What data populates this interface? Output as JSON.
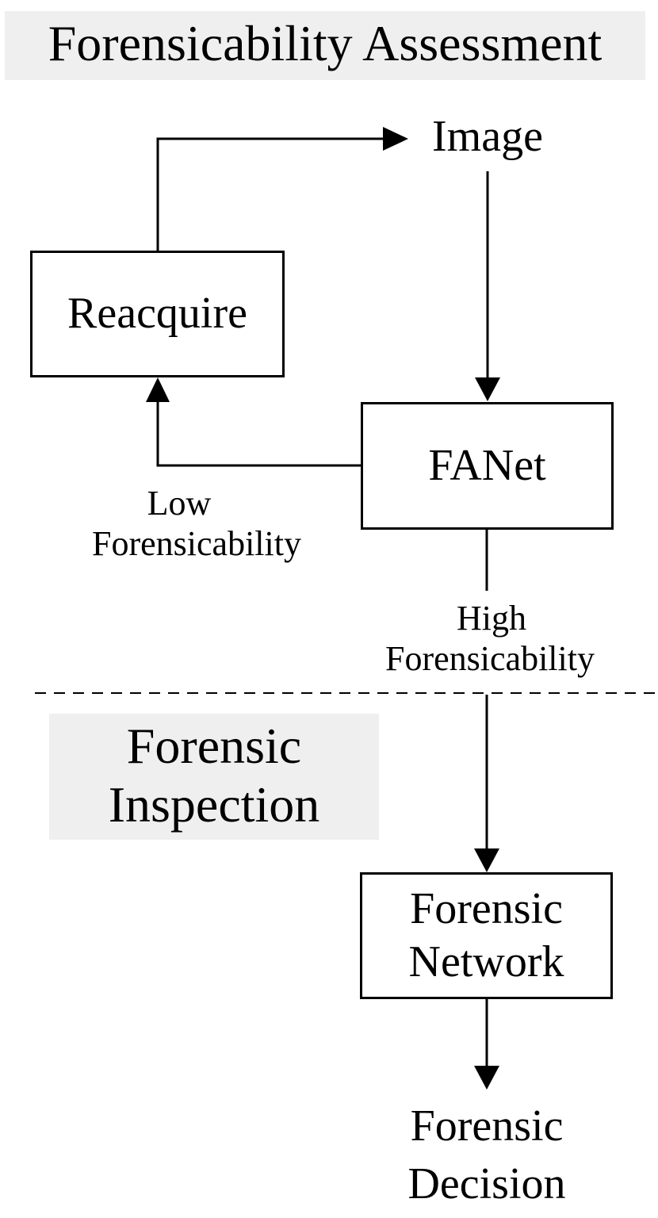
{
  "sections": {
    "assessment_title": "Forensicability Assessment",
    "inspection_title_line1": "Forensic",
    "inspection_title_line2": "Inspection"
  },
  "nodes": {
    "image": "Image",
    "reacquire": "Reacquire",
    "fanet": "FANet",
    "forensic_network_line1": "Forensic",
    "forensic_network_line2": "Network",
    "forensic_decision_line1": "Forensic",
    "forensic_decision_line2": "Decision"
  },
  "edges": {
    "low_line1": "Low",
    "low_line2": "Forensicability",
    "high_line1": "High",
    "high_line2": "Forensicability"
  },
  "colors": {
    "section_background": "#efefef",
    "line": "#000000"
  }
}
